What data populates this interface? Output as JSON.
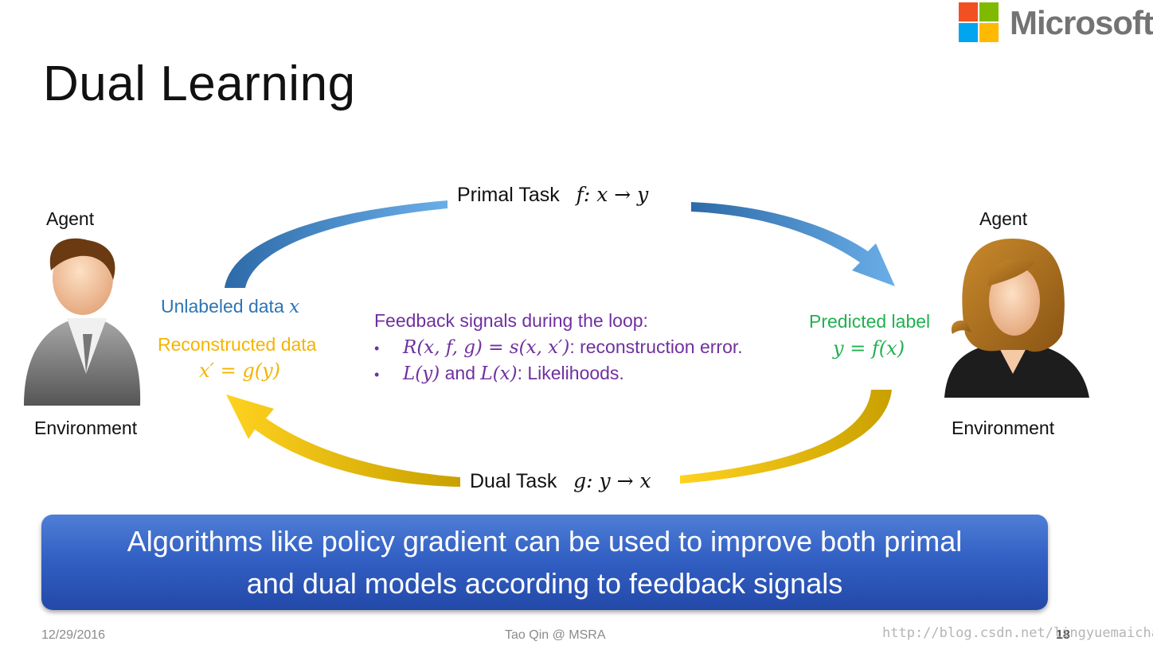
{
  "title": "Dual Learning",
  "logo": {
    "text": "Microsoft",
    "colors": [
      "#f25022",
      "#7fba00",
      "#00a4ef",
      "#ffb900"
    ]
  },
  "left_agent": {
    "top_label": "Agent",
    "bottom_label": "Environment"
  },
  "right_agent": {
    "top_label": "Agent",
    "bottom_label": "Environment"
  },
  "primal_task": {
    "label": "Primal Task",
    "formula": "f: x → y"
  },
  "dual_task": {
    "label": "Dual Task",
    "formula": "g: y → x"
  },
  "left_data": {
    "unlabeled_label": "Unlabeled data",
    "unlabeled_var": "x",
    "reconstructed_label": "Reconstructed data",
    "reconstructed_formula": "x′ = g(y)"
  },
  "right_data": {
    "predicted_label": "Predicted label",
    "predicted_formula": "y = f(x)"
  },
  "feedback": {
    "title": "Feedback signals during the loop:",
    "items": [
      {
        "math": "R(x, f, g) = s(x, x′)",
        "text": ": reconstruction error."
      },
      {
        "math": "L(y)",
        "mid": " and ",
        "math2": "L(x)",
        "text": ": Likelihoods."
      }
    ]
  },
  "banner": {
    "line1": "Algorithms like policy gradient can be used to improve both primal",
    "line2": "and dual models according to feedback signals"
  },
  "footer": {
    "date": "12/29/2016",
    "author": "Tao Qin @ MSRA",
    "page": "18",
    "watermark": "http://blog.csdn.net/lingyuemaicha"
  },
  "colors": {
    "primal_arrow": "#2e75b6",
    "dual_arrow": "#f4b400",
    "unlabeled": "#2e75b6",
    "reconstructed": "#f4b400",
    "predicted": "#21b050",
    "feedback": "#7030a0",
    "banner": "#3360c4"
  }
}
